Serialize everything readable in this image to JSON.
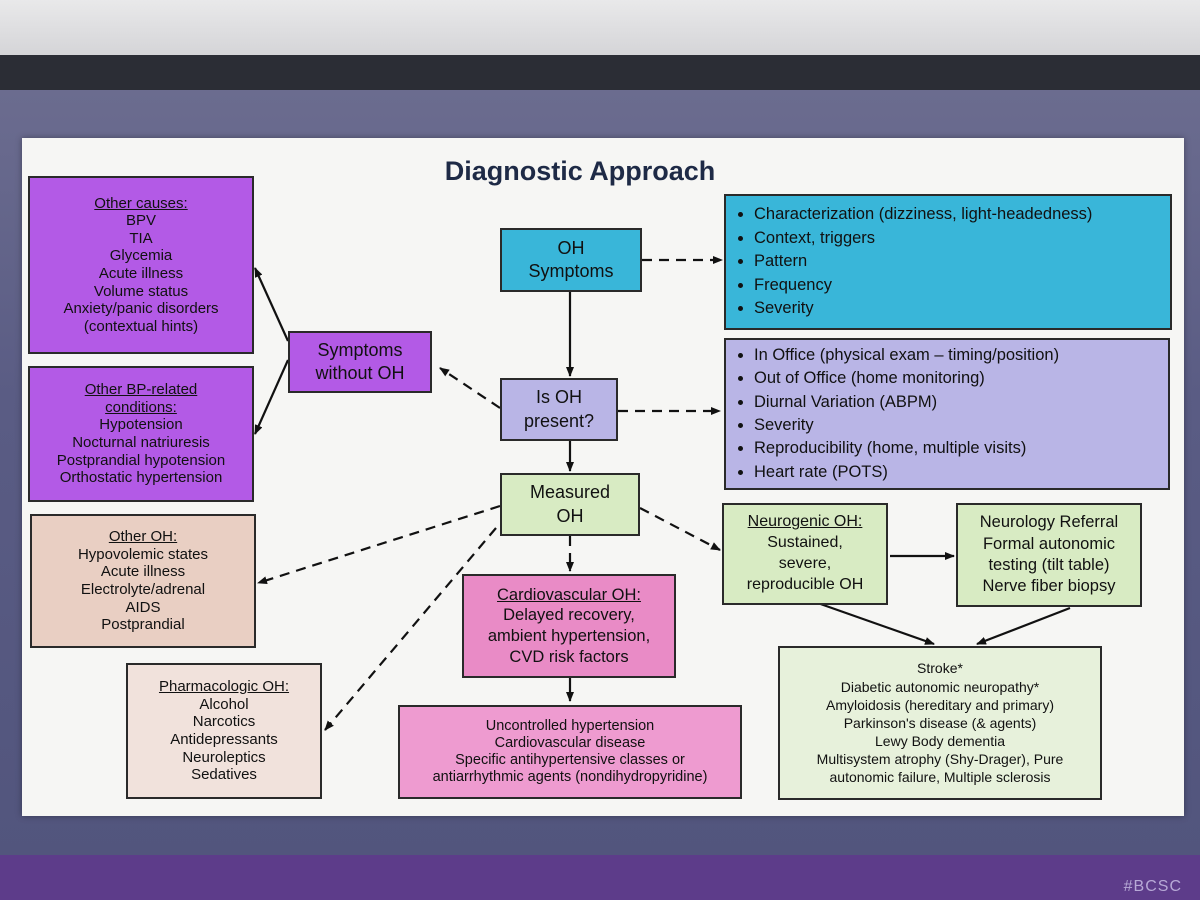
{
  "title": "Diagnostic Approach",
  "oh_symptoms": [
    "OH",
    "Symptoms"
  ],
  "is_oh_present": [
    "Is OH",
    "present?"
  ],
  "measured_oh": [
    "Measured",
    "OH"
  ],
  "symptoms_without_oh": [
    "Symptoms",
    "without OH"
  ],
  "characterization": [
    "Characterization (dizziness, light-headedness)",
    "Context, triggers",
    "Pattern",
    "Frequency",
    "Severity"
  ],
  "evaluation": [
    "In Office (physical exam – timing/position)",
    "Out of Office (home monitoring)",
    "Diurnal Variation (ABPM)",
    "Severity",
    "Reproducibility (home, multiple visits)",
    "Heart rate (POTS)"
  ],
  "other_causes": {
    "header": "Other causes:",
    "items": [
      "BPV",
      "TIA",
      "Glycemia",
      "Acute illness",
      "Volume status",
      "Anxiety/panic disorders",
      "(contextual hints)"
    ]
  },
  "other_bp_conditions": {
    "header": "Other BP-related conditions:",
    "items": [
      "Hypotension",
      "Nocturnal natriuresis",
      "Postprandial hypotension",
      "Orthostatic hypertension"
    ]
  },
  "other_oh": {
    "header": "Other OH:",
    "items": [
      "Hypovolemic states",
      "Acute illness",
      "Electrolyte/adrenal",
      "AIDS",
      "Postprandial"
    ]
  },
  "pharmacologic_oh": {
    "header": "Pharmacologic OH:",
    "items": [
      "Alcohol",
      "Narcotics",
      "Antidepressants",
      "Neuroleptics",
      "Sedatives"
    ]
  },
  "cardiovascular_oh": {
    "header": "Cardiovascular OH:",
    "items": [
      "Delayed recovery,",
      "ambient hypertension,",
      "CVD risk factors"
    ]
  },
  "cardio_causes": [
    "Uncontrolled hypertension",
    "Cardiovascular disease",
    "Specific antihypertensive classes or",
    "antiarrhythmic agents (nondihydropyridine)"
  ],
  "neurogenic_oh": {
    "header": "Neurogenic OH:",
    "items": [
      "Sustained,",
      "severe,",
      "reproducible OH"
    ]
  },
  "neurology_referral": [
    "Neurology Referral",
    "Formal autonomic",
    "testing (tilt table)",
    "Nerve fiber biopsy"
  ],
  "neuro_causes": [
    "Stroke*",
    "Diabetic autonomic neuropathy*",
    "Amyloidosis (hereditary and primary)",
    "Parkinson's disease (& agents)",
    "Lewy Body dementia",
    "Multisystem atrophy (Shy-Drager), Pure",
    "autonomic failure, Multiple sclerosis"
  ],
  "footer_tag": "#BCSC"
}
